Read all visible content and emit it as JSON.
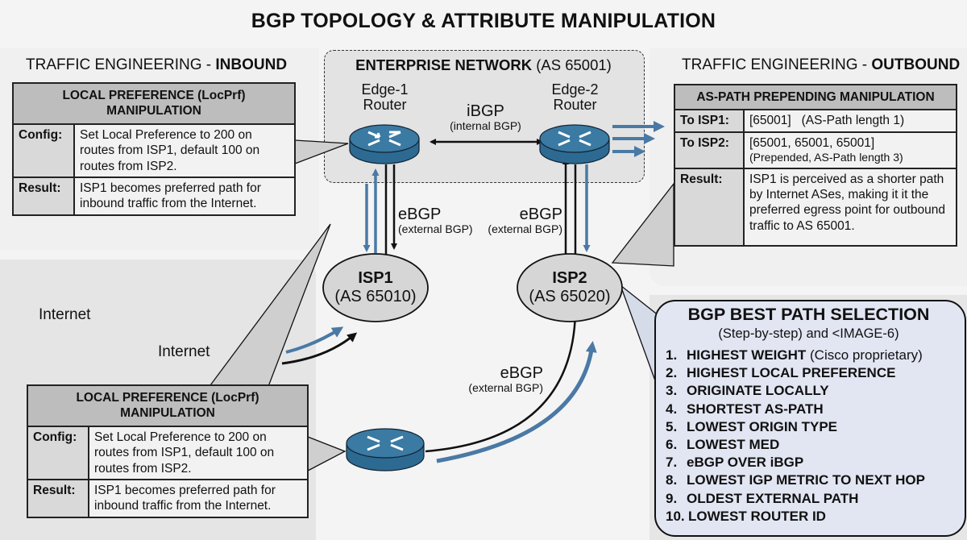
{
  "title": "BGP TOPOLOGY & ATTRIBUTE MANIPULATION",
  "colors": {
    "router_blue": "#2d6a92",
    "arrow_blue": "#4a79a5",
    "panel_gray": "#e9e9e9",
    "header_gray": "#bdbdbd",
    "bps_bg": "#e2e6f3"
  },
  "inbound": {
    "heading_prefix": "TRAFFIC ENGINEERING - ",
    "heading_bold": "INBOUND",
    "table": {
      "header_line1": "LOCAL PREFERENCE (LocPrf)",
      "header_line2": "MANIPULATION",
      "rows": [
        {
          "key": "Config:",
          "value": "Set Local Preference to 200 on routes from ISP1, default 100 on routes from ISP2."
        },
        {
          "key": "Result:",
          "value": "ISP1 becomes preferred path for inbound traffic from the Internet."
        }
      ]
    }
  },
  "inbound_lower": {
    "internet_label_1": "Internet",
    "internet_label_2": "Internet",
    "table": {
      "header_line1": "LOCAL PREFERENCE (LocPrf)",
      "header_line2": "MANIPULATION",
      "rows": [
        {
          "key": "Config:",
          "value": "Set Local Preference to 200 on routes from ISP1, default 100 on routes from ISP2."
        },
        {
          "key": "Result:",
          "value": "ISP1 becomes preferred path for inbound traffic from the Internet."
        }
      ]
    }
  },
  "enterprise": {
    "title_bold": "ENTERPRISE NETWORK",
    "title_rest": " (AS 65001)",
    "edge1": {
      "line1": "Edge-1",
      "line2": "Router"
    },
    "edge2": {
      "line1": "Edge-2",
      "line2": "Router"
    },
    "ibgp": {
      "label": "iBGP",
      "sub": "(internal BGP)"
    }
  },
  "links": {
    "ebgp_isp1": {
      "label": "eBGP",
      "sub": "(external BGP)"
    },
    "ebgp_isp2": {
      "label": "eBGP",
      "sub": "(external BGP)"
    },
    "ebgp_lower": {
      "label": "eBGP",
      "sub": "(external BGP)"
    }
  },
  "isp1": {
    "name": "ISP1",
    "as": "(AS 65010)"
  },
  "isp2": {
    "name": "ISP2",
    "as": "(AS 65020)"
  },
  "outbound": {
    "heading_prefix": "TRAFFIC ENGINEERING - ",
    "heading_bold": "OUTBOUND",
    "table": {
      "header": "AS-PATH PREPENDING MANIPULATION",
      "rows": [
        {
          "key": "To ISP1:",
          "value": "[65001]   (AS-Path length 1)",
          "note": ""
        },
        {
          "key": "To ISP2:",
          "value": "[65001, 65001, 65001]",
          "note": "(Prepended, AS-Path length 3)"
        },
        {
          "key": "Result:",
          "value": "ISP1 is perceived as a shorter path by Internet ASes, making it it the preferred egress point for outbound traffic to AS 65001.",
          "note": ""
        }
      ]
    }
  },
  "best_path": {
    "title": "BGP BEST PATH SELECTION",
    "subtitle": "(Step-by-step) and <IMAGE-6)",
    "steps": [
      {
        "num": "1.",
        "text": "HIGHEST WEIGHT",
        "note": " (Cisco proprietary)"
      },
      {
        "num": "2.",
        "text": "HIGHEST LOCAL PREFERENCE",
        "note": ""
      },
      {
        "num": "3.",
        "text": "ORIGINATE LOCALLY",
        "note": ""
      },
      {
        "num": "4.",
        "text": "SHORTEST AS-PATH",
        "note": ""
      },
      {
        "num": "5.",
        "text": "LOWEST ORIGIN TYPE",
        "note": ""
      },
      {
        "num": "6.",
        "text": "LOWEST MED",
        "note": ""
      },
      {
        "num": "7.",
        "text": "eBGP OVER iBGP",
        "note": ""
      },
      {
        "num": "8.",
        "text": "LOWEST IGP METRIC TO NEXT HOP",
        "note": ""
      },
      {
        "num": "9.",
        "text": "OLDEST EXTERNAL PATH",
        "note": ""
      },
      {
        "num": "10.",
        "text": "LOWEST ROUTER ID",
        "note": ""
      }
    ]
  }
}
